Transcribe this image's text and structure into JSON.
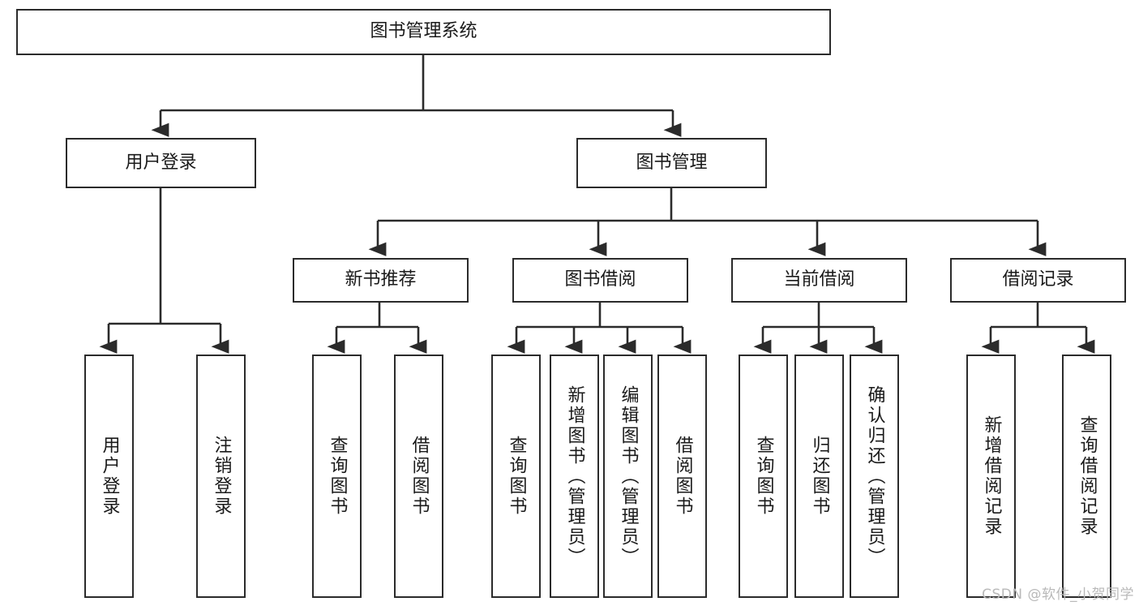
{
  "diagram": {
    "title": "图书管理系统",
    "type": "hierarchy-tree",
    "root": {
      "label": "图书管理系统"
    },
    "level2": [
      {
        "label": "用户登录"
      },
      {
        "label": "图书管理"
      }
    ],
    "level3": [
      {
        "label": "新书推荐"
      },
      {
        "label": "图书借阅"
      },
      {
        "label": "当前借阅"
      },
      {
        "label": "借阅记录"
      }
    ],
    "leaves": [
      {
        "label": "用户登录"
      },
      {
        "label": "注销登录"
      },
      {
        "label": "查询图书"
      },
      {
        "label": "借阅图书"
      },
      {
        "label": "查询图书"
      },
      {
        "label": "新增图书（管理员）"
      },
      {
        "label": "编辑图书（管理员）"
      },
      {
        "label": "借阅图书"
      },
      {
        "label": "查询图书"
      },
      {
        "label": "归还图书"
      },
      {
        "label": "确认归还（管理员）"
      },
      {
        "label": "新增借阅记录"
      },
      {
        "label": "查询借阅记录"
      }
    ],
    "colors": {
      "stroke": "#2b2b2b",
      "fill": "#ffffff",
      "text": "#1a1a1a",
      "watermark": "#b9b9b9"
    }
  },
  "watermark": {
    "text": "CSDN @软件_小贺同学"
  }
}
